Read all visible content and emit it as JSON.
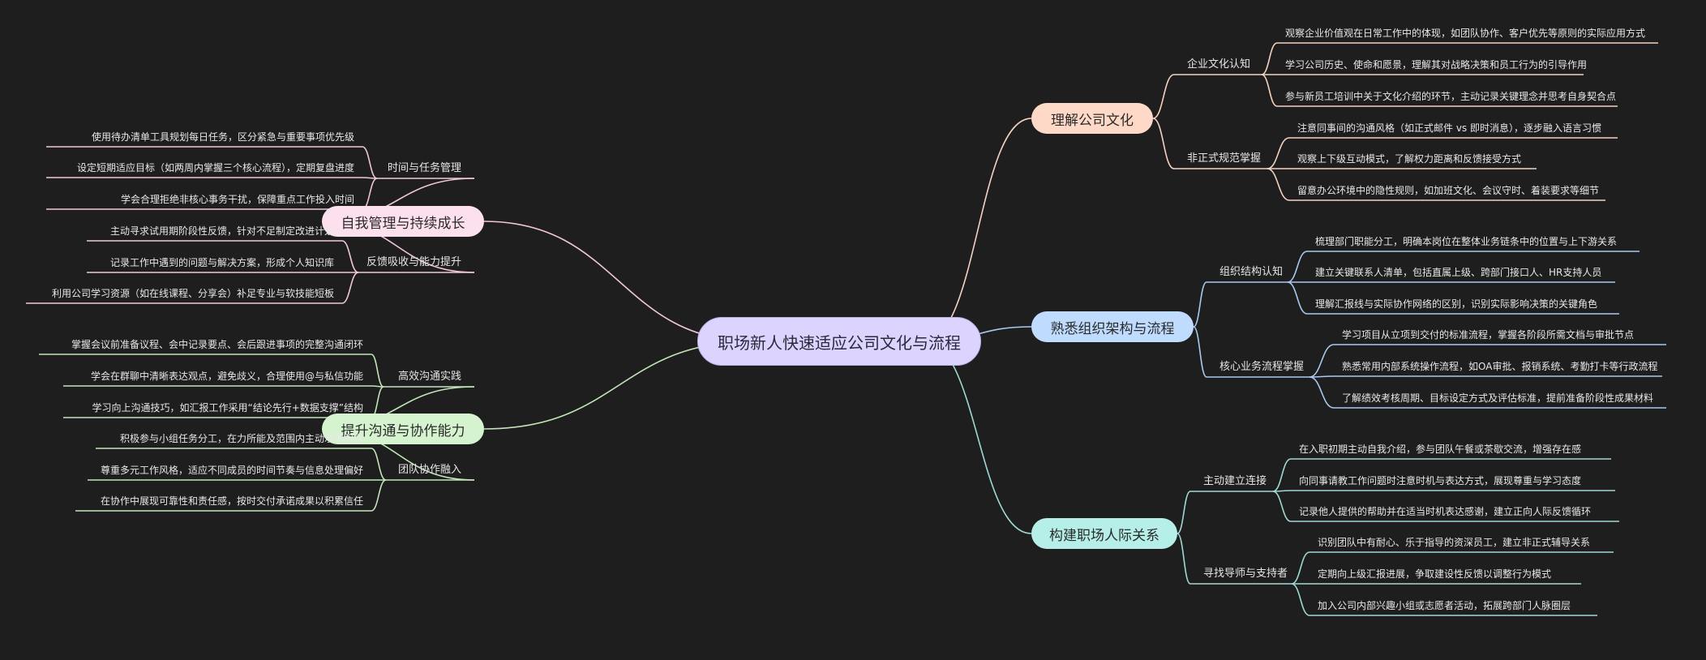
{
  "center": "职场新人快速适应公司文化与流程",
  "colors": {
    "background": "#1e1e1e",
    "center": "#dcd3ff",
    "culture": "#ffd9c7",
    "structure": "#bfdcff",
    "relations": "#b5efe8",
    "self": "#fde0ee",
    "communication": "#d5f3cf"
  },
  "right": [
    {
      "title": "理解公司文化",
      "subs": [
        {
          "title": "企业文化认知",
          "leaves": [
            "观察企业价值观在日常工作中的体现，如团队协作、客户优先等原则的实际应用方式",
            "学习公司历史、使命和愿景，理解其对战略决策和员工行为的引导作用",
            "参与新员工培训中关于文化介绍的环节，主动记录关键理念并思考自身契合点"
          ]
        },
        {
          "title": "非正式规范掌握",
          "leaves": [
            "注意同事间的沟通风格（如正式邮件 vs 即时消息），逐步融入语言习惯",
            "观察上下级互动模式，了解权力距离和反馈接受方式",
            "留意办公环境中的隐性规则，如加班文化、会议守时、着装要求等细节"
          ]
        }
      ]
    },
    {
      "title": "熟悉组织架构与流程",
      "subs": [
        {
          "title": "组织结构认知",
          "leaves": [
            "梳理部门职能分工，明确本岗位在整体业务链条中的位置与上下游关系",
            "建立关键联系人清单，包括直属上级、跨部门接口人、HR支持人员",
            "理解汇报线与实际协作网络的区别，识别实际影响决策的关键角色"
          ]
        },
        {
          "title": "核心业务流程掌握",
          "leaves": [
            "学习项目从立项到交付的标准流程，掌握各阶段所需文档与审批节点",
            "熟悉常用内部系统操作流程，如OA审批、报销系统、考勤打卡等行政流程",
            "了解绩效考核周期、目标设定方式及评估标准，提前准备阶段性成果材料"
          ]
        }
      ]
    },
    {
      "title": "构建职场人际关系",
      "subs": [
        {
          "title": "主动建立连接",
          "leaves": [
            "在入职初期主动自我介绍，参与团队午餐或茶歇交流，增强存在感",
            "向同事请教工作问题时注意时机与表达方式，展现尊重与学习态度",
            "记录他人提供的帮助并在适当时机表达感谢，建立正向人际反馈循环"
          ]
        },
        {
          "title": "寻找导师与支持者",
          "leaves": [
            "识别团队中有耐心、乐于指导的资深员工，建立非正式辅导关系",
            "定期向上级汇报进展，争取建设性反馈以调整行为模式",
            "加入公司内部兴趣小组或志愿者活动，拓展跨部门人脉圈层"
          ]
        }
      ]
    }
  ],
  "left": [
    {
      "title": "自我管理与持续成长",
      "subs": [
        {
          "title": "时间与任务管理",
          "leaves": [
            "使用待办清单工具规划每日任务，区分紧急与重要事项优先级",
            "设定短期适应目标（如两周内掌握三个核心流程），定期复盘进度",
            "学会合理拒绝非核心事务干扰，保障重点工作投入时间"
          ]
        },
        {
          "title": "反馈吸收与能力提升",
          "leaves": [
            "主动寻求试用期阶段性反馈，针对不足制定改进计划",
            "记录工作中遇到的问题与解决方案，形成个人知识库",
            "利用公司学习资源（如在线课程、分享会）补足专业与软技能短板"
          ]
        }
      ]
    },
    {
      "title": "提升沟通与协作能力",
      "subs": [
        {
          "title": "高效沟通实践",
          "leaves": [
            "掌握会议前准备议程、会中记录要点、会后跟进事项的完整沟通闭环",
            "学会在群聊中清晰表达观点，避免歧义，合理使用@与私信功能",
            "学习向上沟通技巧，如汇报工作采用“结论先行+数据支撑”结构"
          ]
        },
        {
          "title": "团队协作融入",
          "leaves": [
            "积极参与小组任务分工，在力所能及范围内主动承担职责",
            "尊重多元工作风格，适应不同成员的时间节奏与信息处理偏好",
            "在协作中展现可靠性和责任感，按时交付承诺成果以积累信任"
          ]
        }
      ]
    }
  ]
}
